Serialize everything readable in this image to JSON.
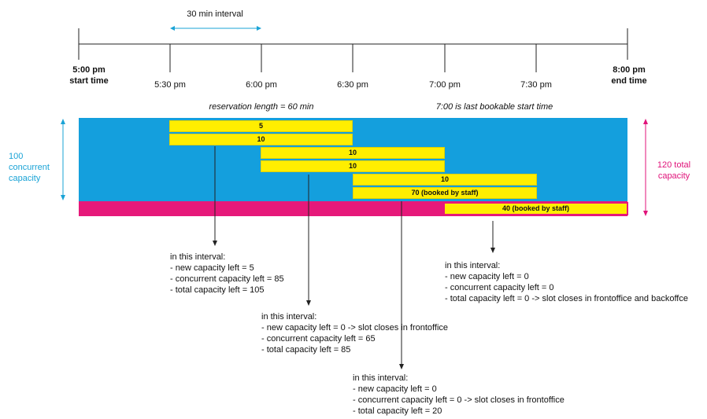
{
  "interval_label": "30 min interval",
  "timeline": {
    "start": {
      "time": "5:00 pm",
      "caption": "start time"
    },
    "end": {
      "time": "8:00 pm",
      "caption": "end time"
    },
    "ticks": [
      "5:30 pm",
      "6:00 pm",
      "6:30 pm",
      "7:00 pm",
      "7:30 pm"
    ]
  },
  "annotations": {
    "reservation_length": "reservation length = 60 min",
    "last_bookable": "7:00 is last bookable start time"
  },
  "capacity": {
    "concurrent_lines": [
      "100",
      "concurrent",
      "capacity"
    ],
    "total_lines": [
      "120 total",
      "capacity"
    ]
  },
  "reservations": [
    {
      "label": "5",
      "start": "5:30 pm",
      "end": "6:30 pm"
    },
    {
      "label": "10",
      "start": "5:30 pm",
      "end": "6:30 pm"
    },
    {
      "label": "10",
      "start": "6:00 pm",
      "end": "7:00 pm"
    },
    {
      "label": "10",
      "start": "6:00 pm",
      "end": "7:00 pm"
    },
    {
      "label": "10",
      "start": "6:30 pm",
      "end": "7:30 pm"
    },
    {
      "label": "70 (booked by staff)",
      "start": "6:30 pm",
      "end": "7:30 pm"
    },
    {
      "label": "40 (booked by staff)",
      "start": "7:00 pm",
      "end": "8:00 pm"
    }
  ],
  "notes": [
    {
      "lines": [
        "in this interval:",
        "- new capacity left = 5",
        "- concurrent capacity left = 85",
        "- total capacity left = 105"
      ]
    },
    {
      "lines": [
        "in this interval:",
        "- new capacity left = 0 -> slot closes in frontoffice",
        "- concurrent capacity left = 65",
        "- total capacity left = 85"
      ]
    },
    {
      "lines": [
        "in this interval:",
        "- new capacity left = 0",
        "- concurrent capacity left = 0 -> slot closes in frontoffice",
        "- total capacity left = 20"
      ]
    },
    {
      "lines": [
        "in this interval:",
        "- new capacity left = 0",
        "- concurrent capacity left = 0",
        "- total capacity left = 0 -> slot closes in frontoffice and backoffce"
      ]
    }
  ],
  "colors": {
    "concurrent_area": "#149fdd",
    "total_strip": "#e6197a",
    "reservation": "#ffee00",
    "concurrent_text": "#1aa3d6",
    "total_text": "#e0137a",
    "interval_arrow": "#1aa3d6"
  }
}
